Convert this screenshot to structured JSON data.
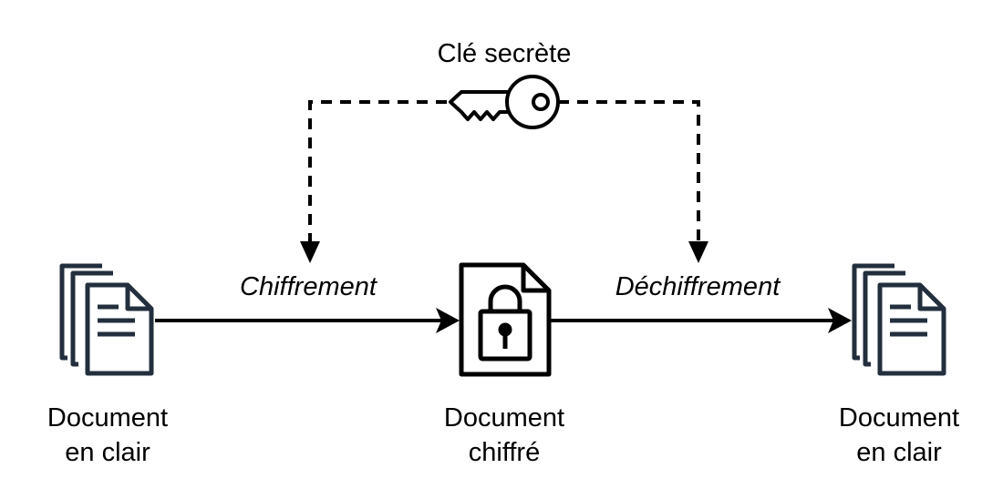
{
  "key": {
    "label": "Clé secrète",
    "icon": "key-icon"
  },
  "steps": {
    "encrypt": "Chiffrement",
    "decrypt": "Déchiffrement"
  },
  "documents": {
    "left": {
      "line1": "Document",
      "line2": "en clair",
      "icon": "documents-stack-icon"
    },
    "center": {
      "line1": "Document",
      "line2": "chiffré",
      "icon": "locked-document-icon"
    },
    "right": {
      "line1": "Document",
      "line2": "en clair",
      "icon": "documents-stack-icon"
    }
  },
  "colors": {
    "ink": "#000000",
    "document_icon": "#232f3e"
  }
}
